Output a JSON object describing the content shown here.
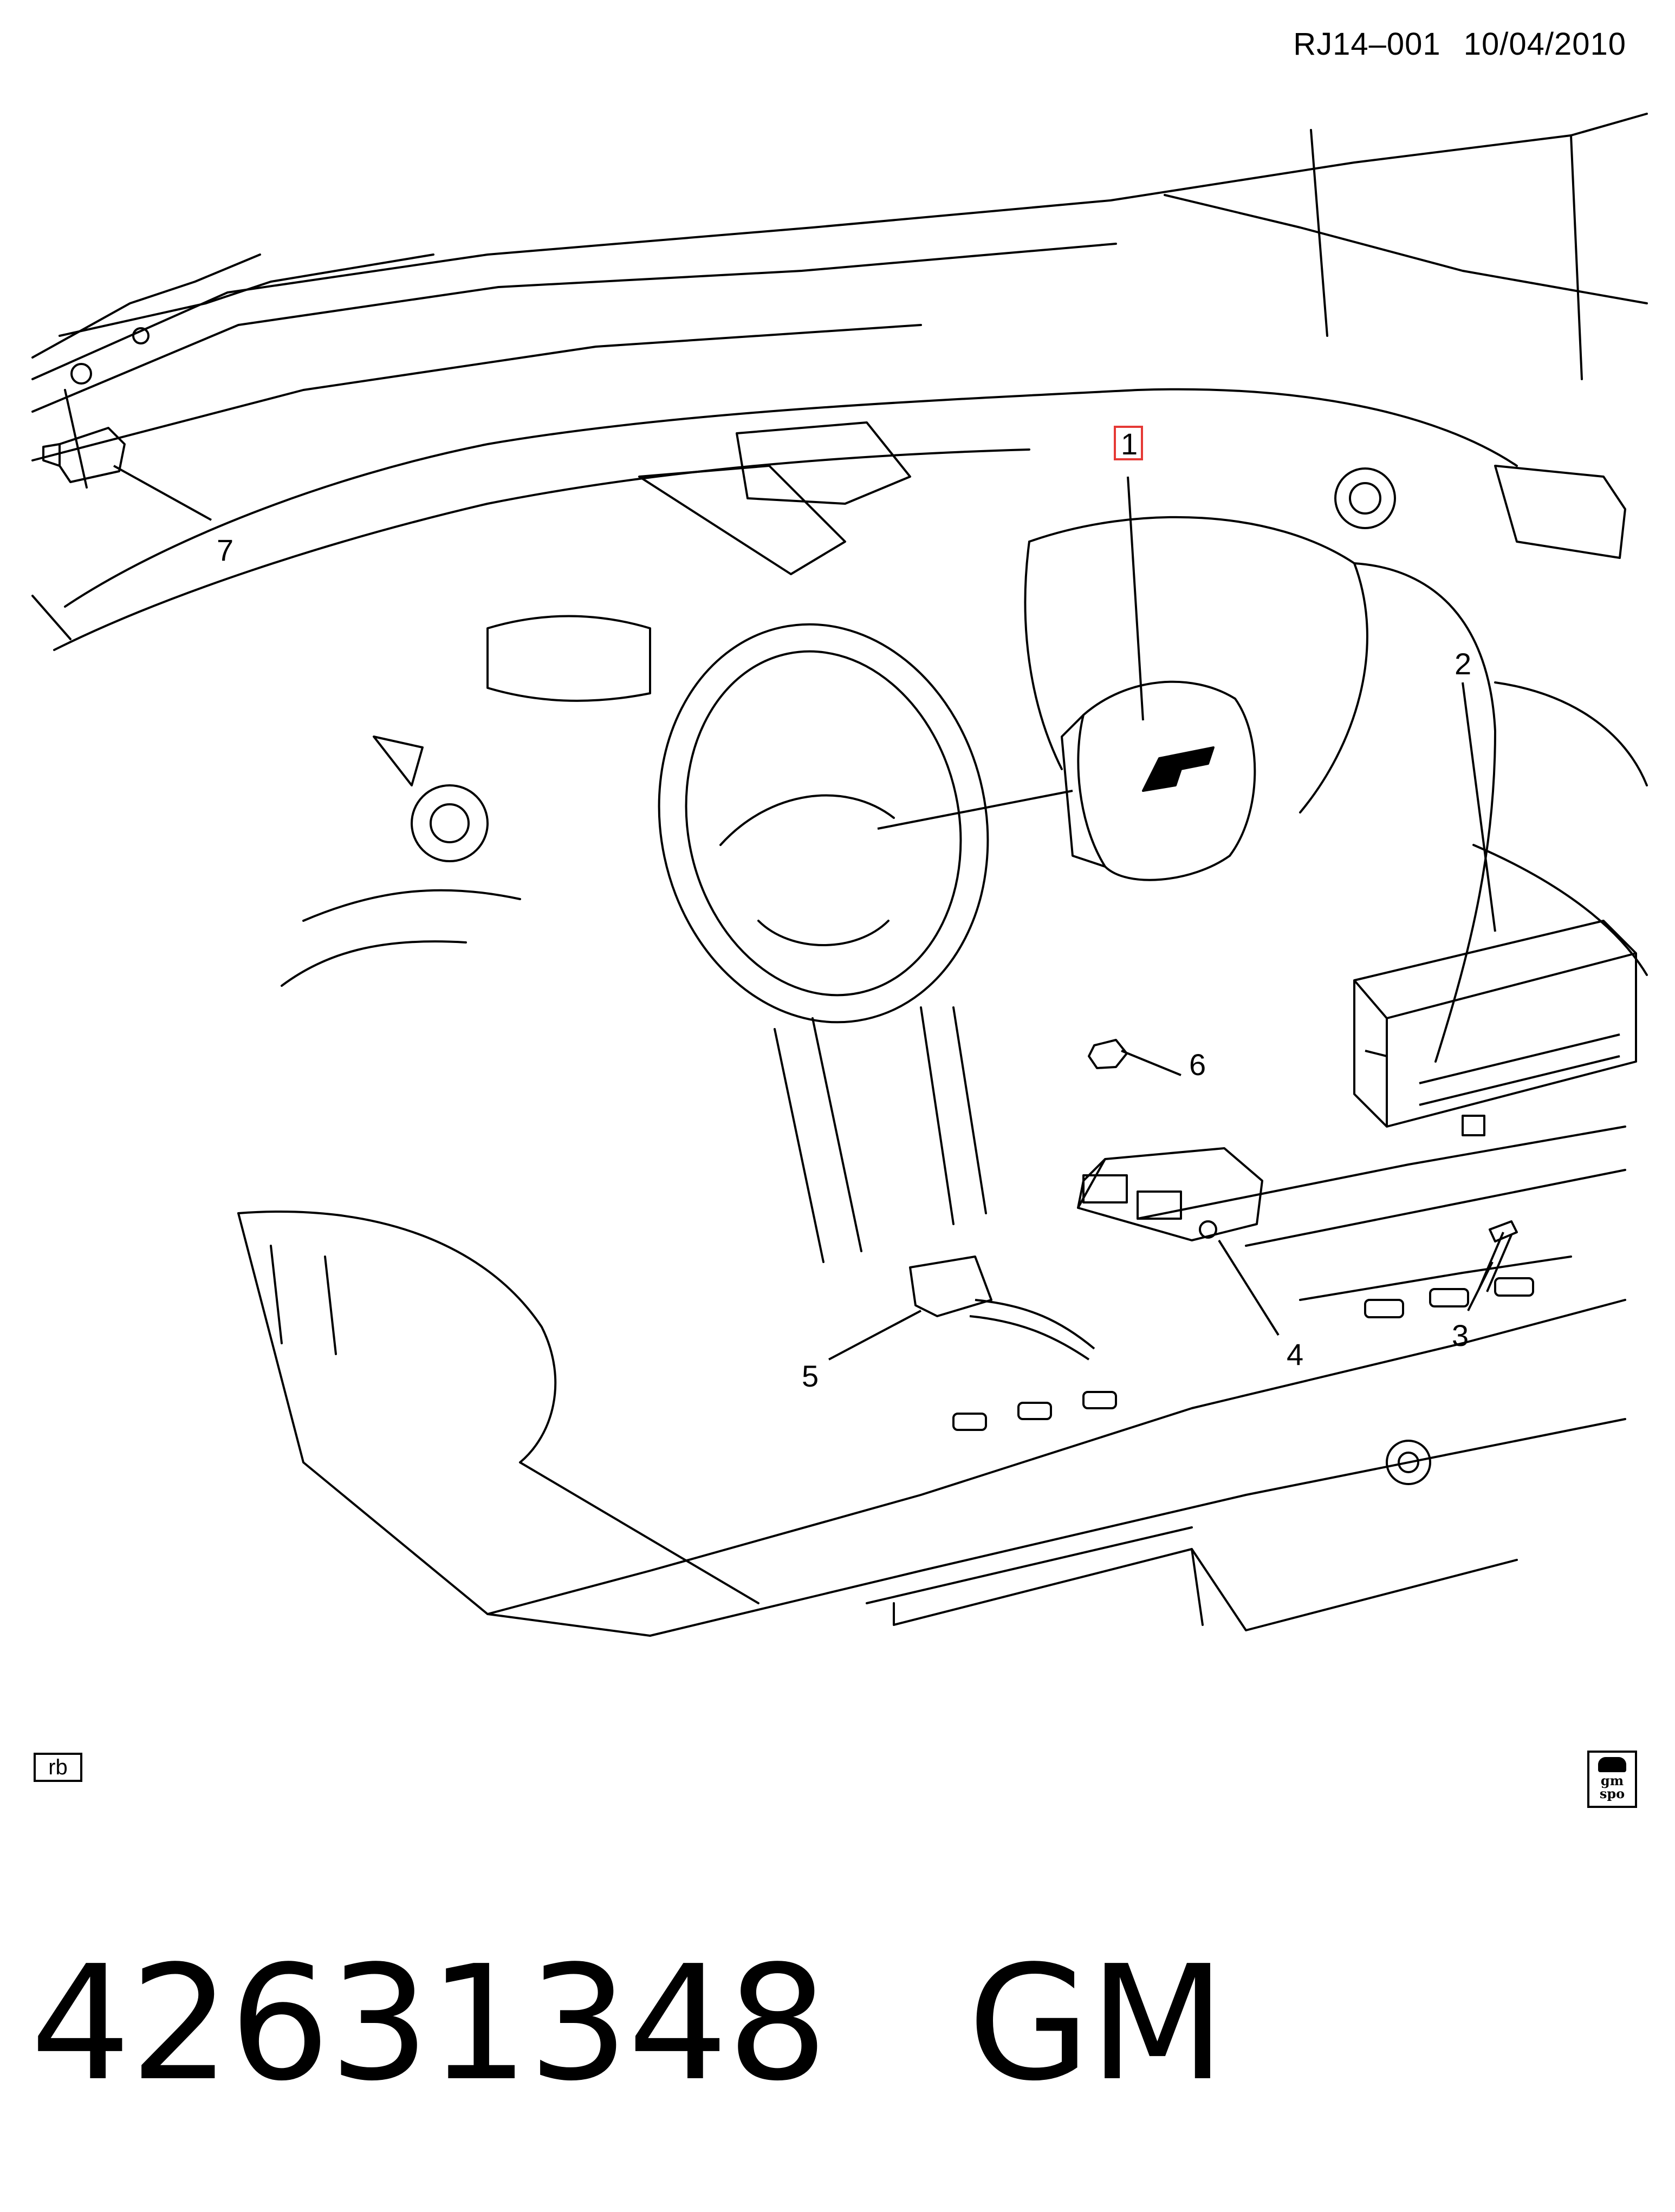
{
  "header": {
    "ref_code": "RJ14–001",
    "date": "10/04/2010"
  },
  "callouts": [
    {
      "num": "1",
      "highlighted": true
    },
    {
      "num": "2"
    },
    {
      "num": "3"
    },
    {
      "num": "4"
    },
    {
      "num": "5"
    },
    {
      "num": "6"
    },
    {
      "num": "7"
    }
  ],
  "footer_left_box": "rb",
  "badge": {
    "line1": "gm",
    "line2": "spo",
    "icon": "gm-spo-logo-icon"
  },
  "part": {
    "number": "42631348",
    "brand": "GM"
  },
  "colors": {
    "line": "#000000",
    "highlight_box": "#e53935",
    "background": "#ffffff"
  }
}
